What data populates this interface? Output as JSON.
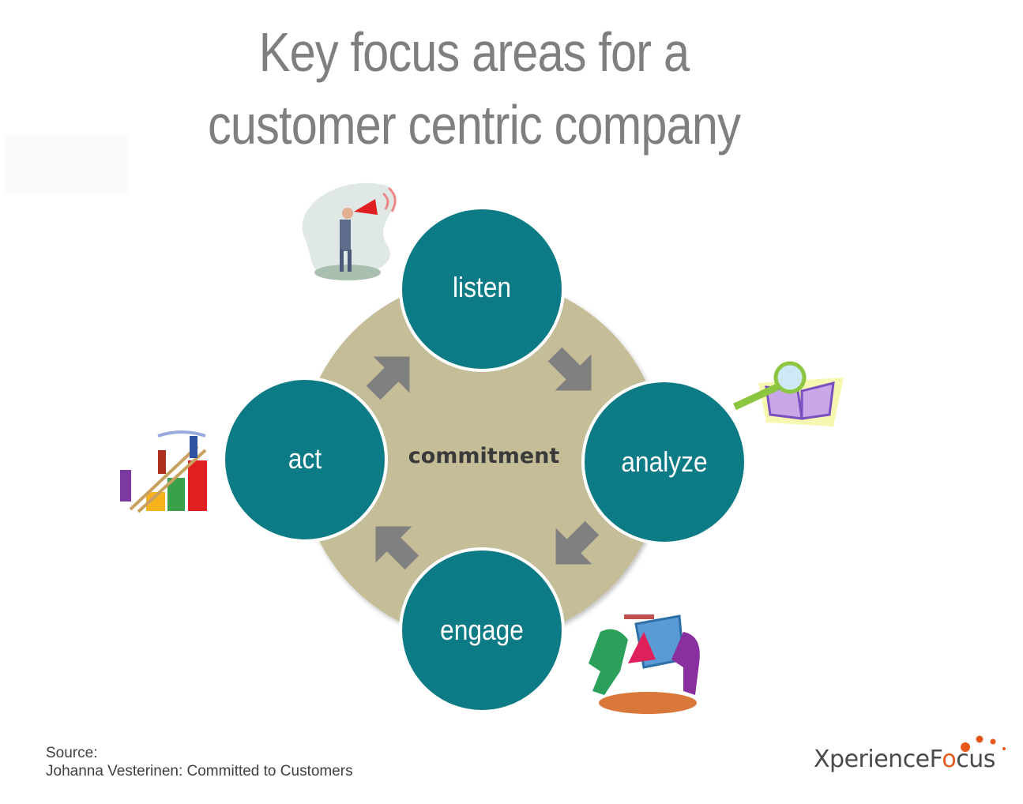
{
  "title": {
    "line1": "Key focus areas for a",
    "line2": "customer centric company"
  },
  "diagram": {
    "center": "commitment",
    "nodes": {
      "listen": "listen",
      "analyze": "analyze",
      "engage": "engage",
      "act": "act"
    },
    "colors": {
      "node": "#0d7b86",
      "ring": "#c4bd98",
      "arrow": "#808080"
    }
  },
  "clipart": {
    "listen": "megaphone-person-icon",
    "analyze": "magnifier-book-icon",
    "engage": "people-puzzle-icon",
    "act": "ladder-bar-chart-icon"
  },
  "source": {
    "label": "Source:",
    "text": "Johanna Vesterinen: Committed to Customers"
  },
  "logo": {
    "text_before": "Xperience",
    "text_f": "F",
    "text_o": "o",
    "text_after": "cus",
    "accent": "#e8581c"
  }
}
